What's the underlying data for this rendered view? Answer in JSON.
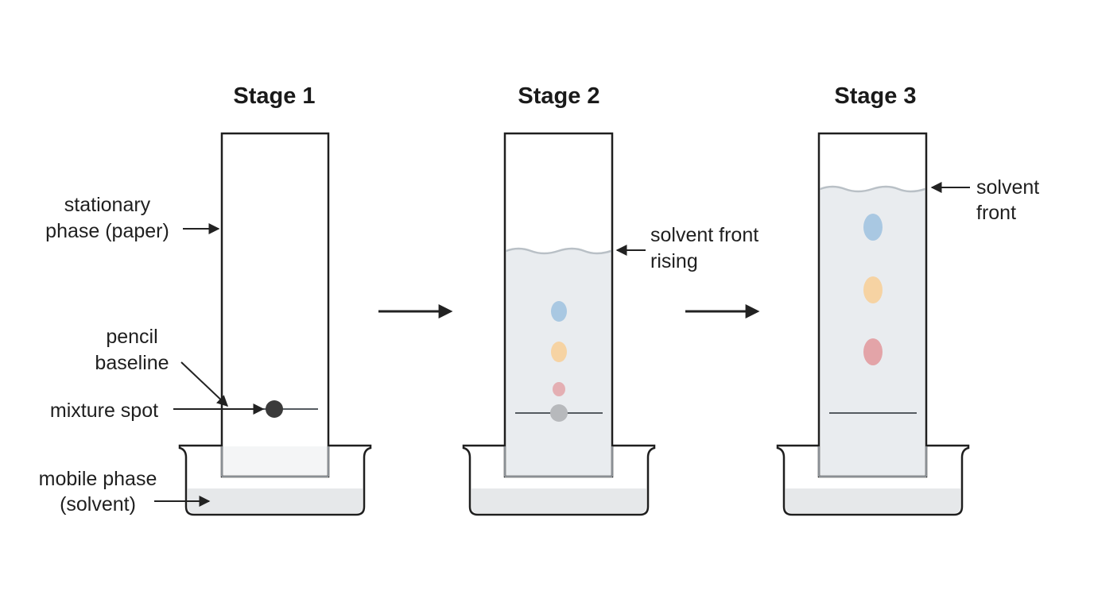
{
  "stages": [
    {
      "title": "Stage 1"
    },
    {
      "title": "Stage 2"
    },
    {
      "title": "Stage 3"
    }
  ],
  "labels": {
    "stationary_phase": [
      "stationary",
      "phase (paper)"
    ],
    "pencil_baseline": [
      "pencil",
      "baseline"
    ],
    "mixture_spot": "mixture spot",
    "mobile_phase": [
      "mobile phase",
      "(solvent)"
    ],
    "solvent_front_rising": [
      "solvent front",
      "rising"
    ],
    "solvent_front": [
      "solvent",
      "front"
    ]
  },
  "colors": {
    "blue_spot": "#a9c8e2",
    "orange_spot": "#f6d3a3",
    "red_spot": "#e3a4a8",
    "mixture_spot_stage1": "#3a3a3a",
    "mixture_spot_stage2": "#b7b9bc"
  }
}
